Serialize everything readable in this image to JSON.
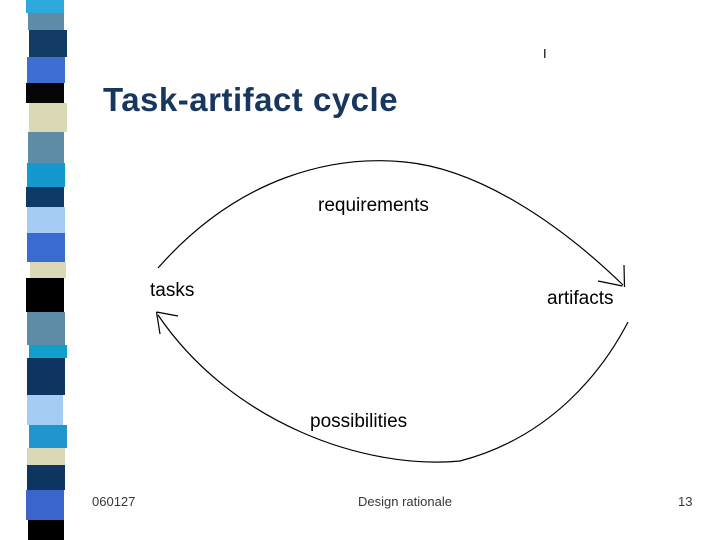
{
  "slide": {
    "title": "Task-artifact cycle",
    "stray_mark": "I"
  },
  "diagram": {
    "top_label": "requirements",
    "left_label": "tasks",
    "right_label": "artifacts",
    "bottom_label": "possibilities"
  },
  "footer": {
    "date": "060127",
    "center": "Design rationale",
    "page_number": "13"
  },
  "colors": {
    "background": "#FFFFFF",
    "title_text": "#17375E",
    "diagram_text": "#000000",
    "line": "#000000",
    "footer_text": "#383838"
  },
  "stripe": {
    "segments": [
      {
        "color": "#2FA8DC",
        "height": 13
      },
      {
        "color": "#5E8CA7",
        "height": 17
      },
      {
        "color": "#123C63",
        "height": 27
      },
      {
        "color": "#3E6ED2",
        "height": 26
      },
      {
        "color": "#050505",
        "height": 20
      },
      {
        "color": "#DBD8B6",
        "height": 29
      },
      {
        "color": "#5E8CA7",
        "height": 31
      },
      {
        "color": "#1598CE",
        "height": 24
      },
      {
        "color": "#0E3A67",
        "height": 20
      },
      {
        "color": "#A5CDF4",
        "height": 26
      },
      {
        "color": "#3A6BD1",
        "height": 29
      },
      {
        "color": "#DBD8B6",
        "height": 16
      },
      {
        "color": "#000000",
        "height": 34
      },
      {
        "color": "#5E8CA7",
        "height": 33
      },
      {
        "color": "#0FA0CE",
        "height": 13
      },
      {
        "color": "#0E3560",
        "height": 37
      },
      {
        "color": "#A5CDF4",
        "height": 30
      },
      {
        "color": "#2196CE",
        "height": 23
      },
      {
        "color": "#DBD8B6",
        "height": 17
      },
      {
        "color": "#0E3560",
        "height": 25
      },
      {
        "color": "#3A66CC",
        "height": 30
      },
      {
        "color": "#000000",
        "height": 20
      }
    ]
  }
}
